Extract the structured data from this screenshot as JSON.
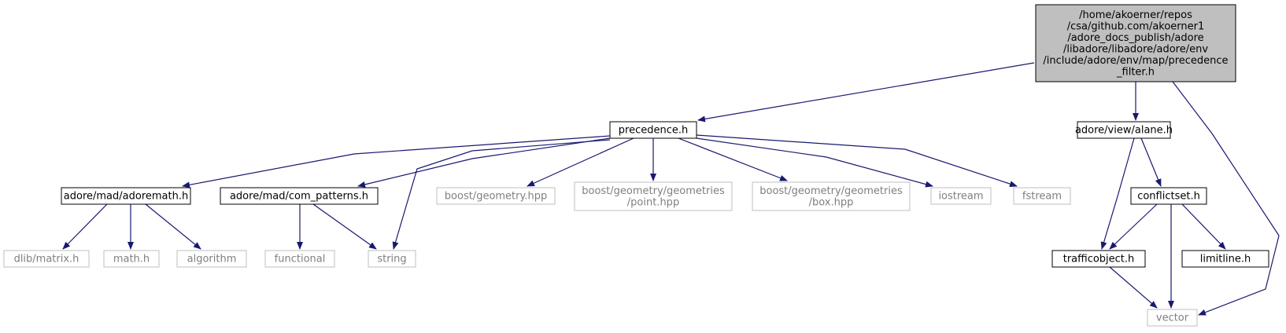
{
  "colors": {
    "edge": "#191970",
    "root_fill": "#bfbfbf",
    "documented_border": "#000000",
    "external_border": "#bfbfbf",
    "external_text": "#7f7f7f"
  },
  "nodes": [
    {
      "id": "root",
      "kind": "root",
      "lines": [
        "/home/akoerner/repos",
        "/csa/github.com/akoerner1",
        "/adore_docs_publish/adore",
        "/libadore/libadore/adore/env",
        "/include/adore/env/map/precedence",
        "_filter.h"
      ]
    },
    {
      "id": "precedence",
      "kind": "documented",
      "lines": [
        "precedence.h"
      ]
    },
    {
      "id": "alane",
      "kind": "documented",
      "lines": [
        "adore/view/alane.h"
      ]
    },
    {
      "id": "adoremath",
      "kind": "documented",
      "lines": [
        "adore/mad/adoremath.h"
      ]
    },
    {
      "id": "com_patterns",
      "kind": "documented",
      "lines": [
        "adore/mad/com_patterns.h"
      ]
    },
    {
      "id": "boost_geometry",
      "kind": "external",
      "lines": [
        "boost/geometry.hpp"
      ]
    },
    {
      "id": "boost_point",
      "kind": "external",
      "lines": [
        "boost/geometry/geometries",
        "/point.hpp"
      ]
    },
    {
      "id": "boost_box",
      "kind": "external",
      "lines": [
        "boost/geometry/geometries",
        "/box.hpp"
      ]
    },
    {
      "id": "iostream",
      "kind": "external",
      "lines": [
        "iostream"
      ]
    },
    {
      "id": "fstream",
      "kind": "external",
      "lines": [
        "fstream"
      ]
    },
    {
      "id": "conflictset",
      "kind": "documented",
      "lines": [
        "conflictset.h"
      ]
    },
    {
      "id": "dlib_matrix",
      "kind": "external",
      "lines": [
        "dlib/matrix.h"
      ]
    },
    {
      "id": "math",
      "kind": "external",
      "lines": [
        "math.h"
      ]
    },
    {
      "id": "algorithm",
      "kind": "external",
      "lines": [
        "algorithm"
      ]
    },
    {
      "id": "functional",
      "kind": "external",
      "lines": [
        "functional"
      ]
    },
    {
      "id": "string",
      "kind": "external",
      "lines": [
        "string"
      ]
    },
    {
      "id": "trafficobject",
      "kind": "documented",
      "lines": [
        "trafficobject.h"
      ]
    },
    {
      "id": "limitline",
      "kind": "documented",
      "lines": [
        "limitline.h"
      ]
    },
    {
      "id": "vector",
      "kind": "external",
      "lines": [
        "vector"
      ]
    }
  ],
  "edges": [
    {
      "from": "root",
      "to": "precedence"
    },
    {
      "from": "root",
      "to": "alane"
    },
    {
      "from": "root",
      "to": "vector"
    },
    {
      "from": "precedence",
      "to": "adoremath"
    },
    {
      "from": "precedence",
      "to": "com_patterns"
    },
    {
      "from": "precedence",
      "to": "string"
    },
    {
      "from": "precedence",
      "to": "boost_geometry"
    },
    {
      "from": "precedence",
      "to": "boost_point"
    },
    {
      "from": "precedence",
      "to": "boost_box"
    },
    {
      "from": "precedence",
      "to": "iostream"
    },
    {
      "from": "precedence",
      "to": "fstream"
    },
    {
      "from": "adoremath",
      "to": "dlib_matrix"
    },
    {
      "from": "adoremath",
      "to": "math"
    },
    {
      "from": "adoremath",
      "to": "algorithm"
    },
    {
      "from": "com_patterns",
      "to": "functional"
    },
    {
      "from": "com_patterns",
      "to": "string"
    },
    {
      "from": "alane",
      "to": "trafficobject"
    },
    {
      "from": "alane",
      "to": "conflictset"
    },
    {
      "from": "conflictset",
      "to": "trafficobject"
    },
    {
      "from": "conflictset",
      "to": "vector"
    },
    {
      "from": "conflictset",
      "to": "limitline"
    },
    {
      "from": "trafficobject",
      "to": "vector"
    }
  ]
}
